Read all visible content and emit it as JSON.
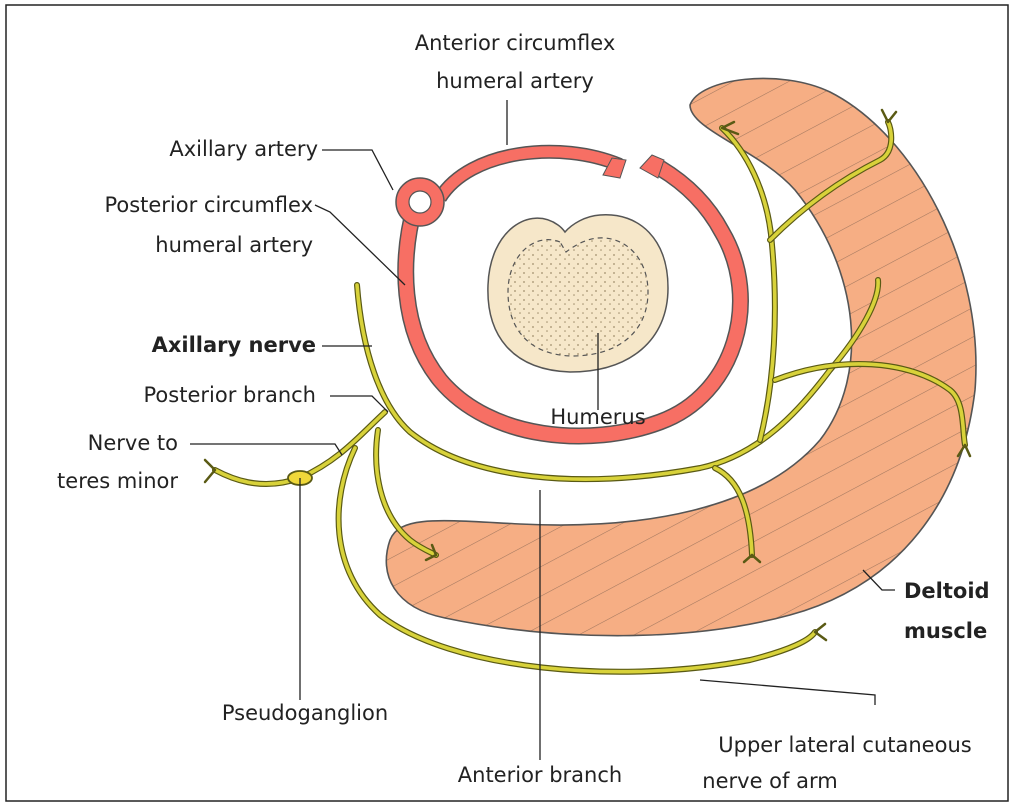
{
  "labels": {
    "anterior_circumflex_line1": "Anterior circumflex",
    "anterior_circumflex_line2": "humeral artery",
    "axillary_artery": "Axillary artery",
    "posterior_circumflex_line1": "Posterior circumflex",
    "posterior_circumflex_line2": "humeral artery",
    "axillary_nerve": "Axillary nerve",
    "posterior_branch": "Posterior branch",
    "nerve_to_teres_line1": "Nerve to",
    "nerve_to_teres_line2": "teres minor",
    "humerus": "Humerus",
    "deltoid_line1": "Deltoid",
    "deltoid_line2": "muscle",
    "pseudoganglion": "Pseudoganglion",
    "anterior_branch": "Anterior branch",
    "upper_lateral_line1": "Upper lateral cutaneous",
    "upper_lateral_line2": "nerve of arm"
  },
  "colors": {
    "artery": "#f76f64",
    "nerve": "#d8d23a",
    "nerve_outline": "#5a5a14",
    "muscle": "#f6ae84",
    "muscle_outline": "#555555",
    "bone": "#f6e7c9",
    "label": "#222222"
  }
}
